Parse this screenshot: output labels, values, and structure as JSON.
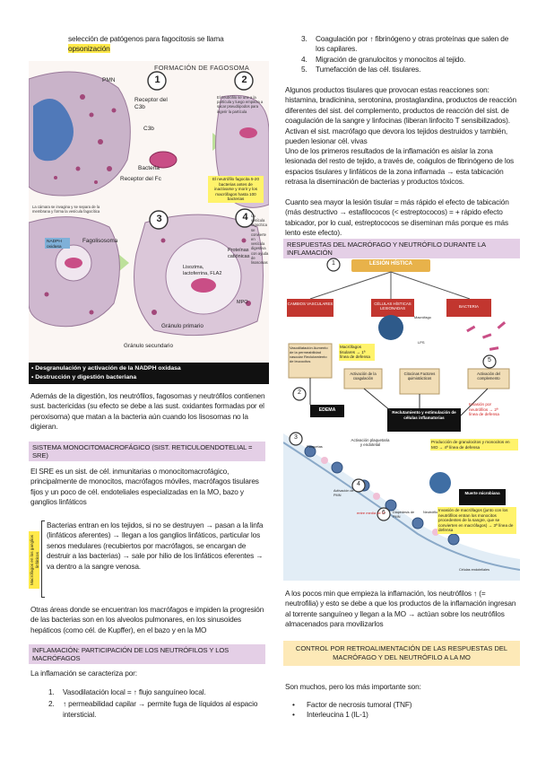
{
  "left": {
    "intro_line": "selección de patógenos para fagocitosis se llama",
    "intro_highlight": "opsonización",
    "figure1": {
      "title": "FORMACIÓN DE FAGOSOMA",
      "steps": [
        "1",
        "2",
        "3",
        "4"
      ],
      "labels": {
        "pmn": "PMN",
        "receptor_c3b": "Receptor del C3b",
        "c3b": "C3b",
        "receptor_fc": "Receptor del Fc",
        "bacteria": "Bacteria",
        "nadph": "NADPH oxidasa",
        "fagolisosoma": "Fagolisosoma",
        "lisozima": "Lisozima, lactoferrina, FLA2",
        "proteinas": "Proteínas catiónicas",
        "mpo": "MPO",
        "granulo_primario": "Gránulo primario",
        "granulo_secundario": "Gránulo secundario",
        "note_step2": "El neutrófilo se une a la partícula y luego empieza a sacar pseudópodos para ingerir la partícula",
        "note_yellow": "El neutrófilo fagocita 5-20 bacterias antes de inactivarse y morir y los macrófagos hasta 100 bacterias",
        "note_step3": "La cámara se invagina y se separa de la membrana y forma la vesícula fagocítica",
        "note_step4": "La vesícula fagocítica se convierte en vesícula digestiva con ayuda de lisosomas"
      },
      "caption_lines": [
        "• Desgranulación y activación de la NADPH oxidasa",
        "• Destrucción y digestión bacteriana"
      ]
    },
    "para1": "Además de la digestión, los neutrófilos, fagosomas y neutrófilos contienen sust. bactericidas (su efecto se debe a las sust. oxidantes formadas por el peroxisoma) que matan a la bacteria aún cuando los lisosomas no la digieran.",
    "band1": "SISTEMA MONOCITOMACROFÁGICO (SIST. RETICULOENDOTELIAL = SRE)",
    "para2": "El SRE es un sist. de cél. inmunitarias o monocitomacrofágico, principalmente de monocitos, macrófagos móviles, macrófagos tisulares fijos y un poco de cél. endoteliales especializadas en la MO, bazo y ganglios linfáticos",
    "side_label": "Macrófagos en los ganglios linfáticos",
    "bracket_text": "Bacterias entran en los tejidos, si no se destruyen → pasan a la linfa (linfáticos aferentes) → llegan a los ganglios linfáticos, particular los senos medulares (recubiertos por macrófagos, se encargan de destruir a las bacterias) → sale por hilio de los linfáticos eferentes → va dentro a la sangre venosa.",
    "para3": "Otras áreas donde se encuentran los macrófagos e impiden la progresión de las bacterias son en los alveolos pulmonares, en los sinusoides hepáticos (como cél. de Kupffer), en el bazo y en la MO",
    "band2": "INFLAMACIÓN: PARTICIPACIÓN DE LOS NEUTRÓFILOS Y LOS MACRÓFAGOS",
    "para4": "La inflamación se caracteriza por:",
    "list1": [
      {
        "n": "1.",
        "text": "Vasodilatación local = ↑ flujo sanguíneo local."
      },
      {
        "n": "2.",
        "text": "↑ permeabilidad capilar → permite fuga de líquidos al espacio intersticial."
      }
    ]
  },
  "right": {
    "list2": [
      {
        "n": "3.",
        "text": "Coagulación por ↑ fibrinógeno y otras proteínas que salen de los capilares."
      },
      {
        "n": "4.",
        "text": "Migración de granulocitos y monocitos al tejido."
      },
      {
        "n": "5.",
        "text": "Tumefacción de las cél. tisulares."
      }
    ],
    "para5": "Algunos productos tisulares que provocan estas reacciones son: histamina, bradicinina, serotonina, prostaglandina, productos de reacción diferentes del sist. del complemento, productos de reacción del sist. de coagulación de la sangre y linfocinas (liberan linfocito T sensibilizados). Activan el sist. macrófago que devora los tejidos destruidos y también, pueden lesionar cél. vivas",
    "para6": "Uno de los primeros resultados de la inflamación es aislar la zona lesionada del resto de tejido, a través de, coágulos de fibrinógeno de los espacios tisulares y linfáticos de la zona inflamada → esta tabicación retrasa la diseminación de bacterias y productos tóxicos.",
    "para7": "Cuanto sea mayor la lesión tisular = más rápido el efecto de tabicación (más destructivo → estafilococos (< estreptococos) = + rápido efecto tabicador, por lo cual, estreptococos se diseminan más porque es más lento este efecto).",
    "band3": "RESPUESTAS DEL MACRÓFAGO Y NEUTRÓFILO DURANTE LA INFLAMACIÓN",
    "figure2": {
      "title": "LESIÓN HÍSTICA",
      "steps": [
        "1",
        "2",
        "3",
        "4",
        "5",
        "6"
      ],
      "boxes": {
        "cambios": "CAMBIOS VASCULARES",
        "celulas": "CÉLULAS HÍSTICAS LESIONADAS",
        "bacteria": "BACTERIA",
        "macrofago": "Macrófago",
        "lps": "LPS",
        "vasodil": "Vasodilatación Aumento de la permeabilidad vascular Reclutamiento de leucocitos",
        "coag": "Activación de la coagulación",
        "citocinas": "Citocinas Factores quimiotácticos",
        "complemento": "Activación del complemento",
        "edema": "EDEMA",
        "reclutamiento": "Reclutamiento y estimulación de células inflamatorias",
        "activacion": "Activación plaquetaria y endotelial",
        "plaquetas": "Plaquetas",
        "pmn": "Activación de PMN",
        "diapedesis": "Diapédesis de PMN",
        "neutrofilos": "Neutrófilos",
        "muerte": "Muerte microbiana",
        "endoteliales": "Células endoteliales"
      },
      "notes": {
        "n1": "Macrófagos tisulares → 1ª línea de defensa",
        "n2": "Invasión por neutrófilos → 2ª línea de defensa",
        "n3": "Producción de granulocitos y monocitos en MO → 4ª línea de defensa",
        "n4": "Invasión de macrófagos (junto con los neutrófilos entran los monocitos procedentes de la sangre, que se convierten en macrófagos) → 3ª línea de defensa",
        "n5": "entre media de 1ª"
      }
    },
    "para8": "A los pocos min que empieza la inflamación, los neutrófilos ↑ (= neutrofilia) y esto se debe a que los productos de la inflamación ingresan al torrente sanguíneo y llegan a la MO → actúan sobre los neutrófilos almacenados para movilizarlos",
    "box_title": "CONTROL POR RETROALIMENTACIÓN DE LAS RESPUESTAS DEL MACRÓFAGO Y DEL NEUTRÓFILO A LA MO",
    "para9": "Son muchos, pero los más importante son:",
    "bullets": [
      "Factor de necrosis tumoral (TNF)",
      "Interleucina 1 (IL-1)"
    ]
  }
}
